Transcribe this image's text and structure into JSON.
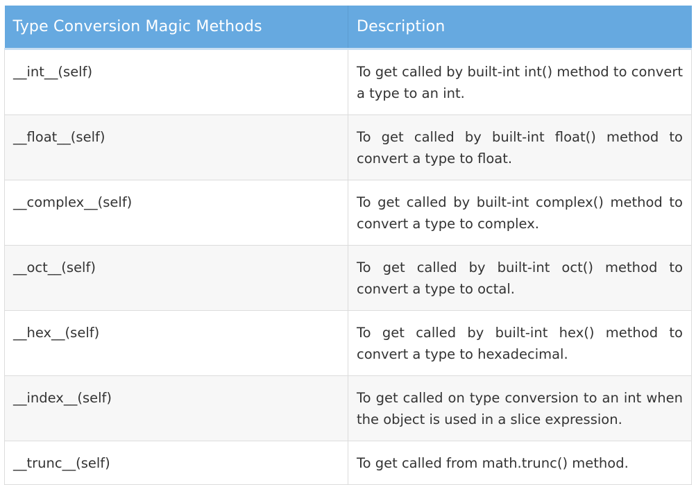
{
  "table": {
    "headers": [
      "Type Conversion Magic Methods",
      "Description"
    ],
    "rows": [
      {
        "method": "__int__(self)",
        "description": "To get called by built-int int() method to convert a type to an int."
      },
      {
        "method": "__float__(self)",
        "description": "To get called by built-int float() method to convert a type to float."
      },
      {
        "method": "__complex__(self)",
        "description": "To get called by built-int complex() method to convert a type to complex."
      },
      {
        "method": "__oct__(self)",
        "description": "To get called by built-int oct() method to convert a type to octal."
      },
      {
        "method": "__hex__(self)",
        "description": "To get called by built-int hex() method to convert a type to hexadecimal."
      },
      {
        "method": "__index__(self)",
        "description": "To get called on type conversion to an int when the object is used in a slice expression."
      },
      {
        "method": "__trunc__(self)",
        "description": "To get called from math.trunc() method."
      }
    ]
  }
}
